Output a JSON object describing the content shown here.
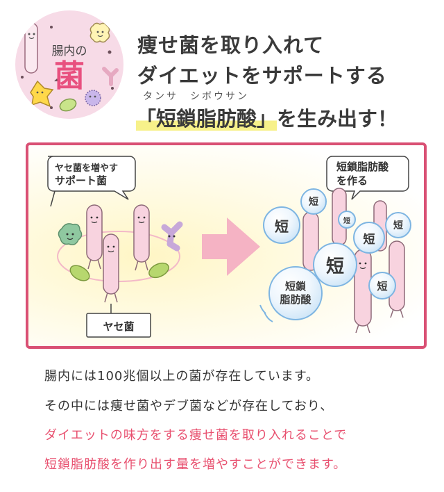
{
  "badge": {
    "label": "腸内の",
    "kanji": "菌"
  },
  "headline": {
    "line1": "痩せ菌を取り入れて",
    "line2": "ダイエットをサポートする",
    "ruby": "タンサ　シボウサン",
    "line3_highlight": "「短鎖脂肪酸」",
    "line3_rest": "を生み出す！"
  },
  "diagram": {
    "left_bubble": {
      "line1": "ヤセ菌を増やす",
      "line2": "サポート菌"
    },
    "left_label": "ヤセ菌",
    "right_bubble": {
      "line1": "短鎖脂肪酸",
      "line2": "を作る"
    },
    "scfa_short": "短",
    "scfa_full": {
      "line1": "短鎖",
      "line2": "脂肪酸"
    }
  },
  "body": {
    "line1": "腸内には100兆個以上の菌が存在しています。",
    "line2": "その中には痩せ菌やデブ菌などが存在しており、",
    "line3": "ダイエットの味方をする痩せ菌を取り入れることで",
    "line4": "短鎖脂肪酸を作り出す量を増やすことができます。"
  },
  "colors": {
    "accent": "#e8507f",
    "panel_border": "#d95074",
    "badge_bg": "#f7dbe7",
    "highlight": "#f7f18a",
    "scfa_border": "#7eb5e2"
  }
}
